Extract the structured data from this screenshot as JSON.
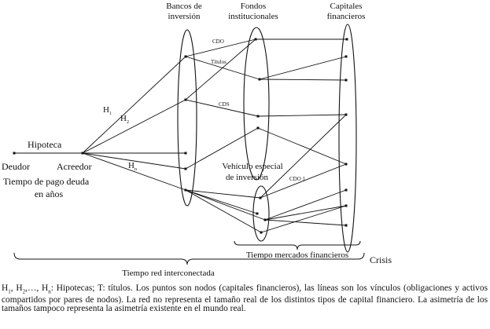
{
  "groups": {
    "bancos_line1": "Bancos de",
    "bancos_line2": "inversión",
    "fondos_line1": "Fondos",
    "fondos_line2": "institucionales",
    "capitales_line1": "Capitales",
    "capitales_line2": "financieros",
    "vehiculo_line1": "Vehículo especial",
    "vehiculo_line2": "de inversión"
  },
  "edge_labels": {
    "cdo": "CDO",
    "titulos": "Títulos",
    "cds": "CDS",
    "cdo1": "CDO 1",
    "h": "H",
    "sub1": "1",
    "sub2": "2",
    "subn": "n"
  },
  "left": {
    "hipoteca": "Hipoteca",
    "deudor": "Deudor",
    "acreedor": "Acreedor",
    "tiempo_pago_line1": "Tiempo de pago deuda",
    "tiempo_pago_line2": "en años"
  },
  "bottom": {
    "tiempo_mercados": "Tiempo mercados financieros",
    "crisis": "Crisis",
    "tiempo_red": "Tiempo red interconectada"
  },
  "caption": {
    "h": "H",
    "s1": "1",
    "s2": "2",
    "sep1": ", H",
    "sep2": ",…, H",
    "sn": "n",
    "rest": ": Hipotecas; T: títulos. Los puntos son nodos (capitales financieros), las líneas son los vínculos (obligaciones y activos compartidos por pares de nodos). La red no representa el tamaño real de los distintos tipos de capital financiero. La asimetría de los tamaños tampoco representa la asimetría existente en el mundo real."
  }
}
